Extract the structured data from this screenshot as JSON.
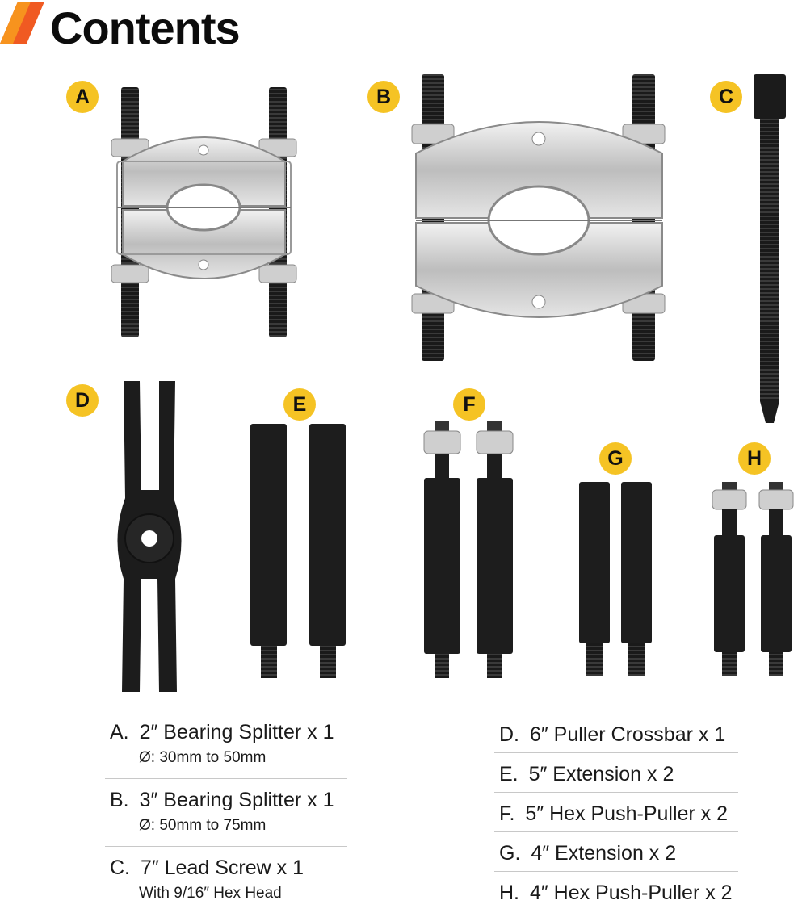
{
  "header": {
    "title": "Contents",
    "accent": "#f05a22"
  },
  "badges": {
    "a": "A",
    "b": "B",
    "c": "C",
    "d": "D",
    "e": "E",
    "f": "F",
    "g": "G",
    "h": "H",
    "color": "#f5c324"
  },
  "list_left": [
    {
      "letter": "A.",
      "name": "2″ Bearing Splitter x 1",
      "detail": "Ø: 30mm to 50mm"
    },
    {
      "letter": "B.",
      "name": "3″ Bearing Splitter x 1",
      "detail": "Ø: 50mm to 75mm"
    },
    {
      "letter": "C.",
      "name": "7″ Lead Screw x 1",
      "detail": "With 9/16″ Hex Head"
    }
  ],
  "list_right": [
    {
      "letter": "D.",
      "name": "6″ Puller Crossbar x 1"
    },
    {
      "letter": "E.",
      "name": "5″ Extension x 2"
    },
    {
      "letter": "F.",
      "name": "5″ Hex Push-Puller x 2"
    },
    {
      "letter": "G.",
      "name": "4″ Extension x 2"
    },
    {
      "letter": "H.",
      "name": "4″ Hex Push-Puller x 2"
    }
  ]
}
